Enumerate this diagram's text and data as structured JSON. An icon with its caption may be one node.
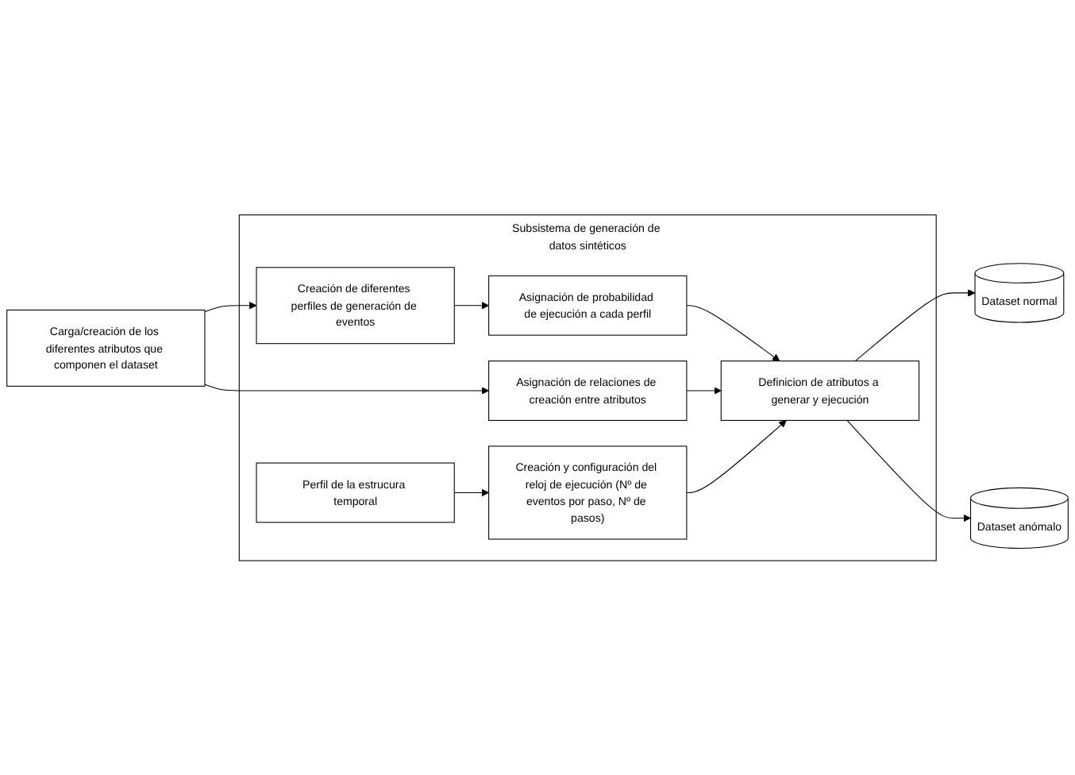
{
  "diagram": {
    "nodes": [
      {
        "text": [
          "Subsistema de generación de datos sintéticos"
        ]
      },
      {
        "text": [
          "Carga/creación de los diferentes atributos que componen el dataset"
        ]
      },
      {
        "text": [
          "Creación de diferentes perfiles de generación de eventos"
        ],
        "in": 0
      },
      {
        "text": [
          "Asignación de probabilidad de ejecución a cada perfil"
        ],
        "in": 0
      },
      {
        "text": [
          "Asignación de relaciones de creación entre atributos"
        ],
        "in": 0
      },
      {
        "text": [
          "Definicion de atributos a generar y ejecución"
        ],
        "in": 0
      },
      {
        "text": [
          "Creación y configuración del reloj de ejecución (Nº de eventos por paso, Nº de pasos)"
        ],
        "in": 0
      },
      {
        "text": [
          "Perfil de la estrucura temporal"
        ],
        "in": 0
      },
      {
        "text": [
          "Dataset normal"
        ]
      },
      {
        "text": [
          "Dataset anómalo"
        ]
      }
    ],
    "edges": [
      {
        "from": 1,
        "to": 2,
        "arrow": "to"
      },
      {
        "from": 1,
        "to": 4,
        "arrow": "to"
      },
      {
        "from": 2,
        "to": 3,
        "arrow": "to"
      },
      {
        "from": 3,
        "to": 5,
        "arrow": "to"
      },
      {
        "from": 4,
        "to": 5,
        "arrow": "to"
      },
      {
        "from": 5,
        "to": 8,
        "arrow": "to"
      },
      {
        "from": 5,
        "to": 9,
        "arrow": "to"
      },
      {
        "from": 7,
        "to": 6,
        "arrow": "to"
      },
      {
        "from": 6,
        "to": 5,
        "arrow": "to"
      }
    ]
  }
}
